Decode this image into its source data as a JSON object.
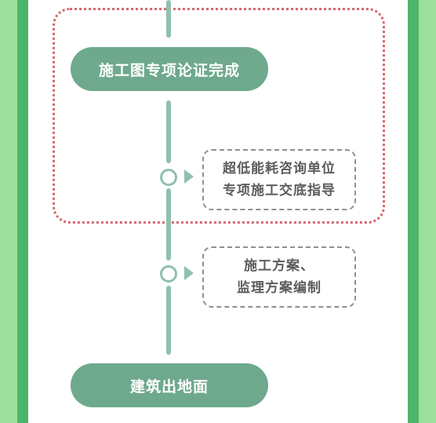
{
  "flow": {
    "step_top": "施工图专项论证完成",
    "note1": {
      "line1": "超低能耗咨询单位",
      "line2": "专项施工交底指导"
    },
    "note2": {
      "line1": "施工方案、",
      "line2": "监理方案编制"
    },
    "step_bottom": "建筑出地面"
  },
  "colors": {
    "frame": "#4db56a",
    "pill": "#6ea98d",
    "connector": "#8fc1ad",
    "dotted_border": "#d4686f"
  }
}
